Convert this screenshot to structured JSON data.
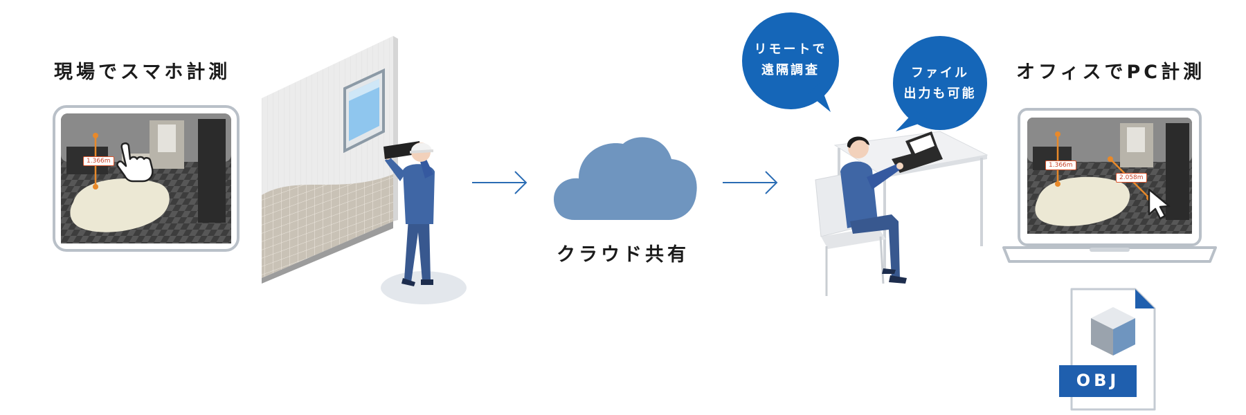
{
  "steps": {
    "left_title": "現場でスマホ計測",
    "middle_label": "クラウド共有",
    "right_title": "オフィスでPC計測"
  },
  "bubbles": {
    "remote": {
      "line1": "リモートで",
      "line2": "遠隔調査"
    },
    "file": {
      "line1": "ファイル",
      "line2": "出力も可能"
    }
  },
  "measurements": {
    "phone": "1.366m",
    "pc_left": "1.366m",
    "pc_right": "2.058m"
  },
  "file_icon": {
    "label": "OBJ"
  },
  "icons": [
    "hand-pointer-icon",
    "cursor-arrow-icon",
    "cloud-icon",
    "arrow-right-icon",
    "cube-icon",
    "file-icon"
  ],
  "colors": {
    "bubble_blue": "#1566b8",
    "cloud_blue": "#6f95bf",
    "arrow_blue": "#2a6cb4",
    "suit_blue": "#3f66a5",
    "frame_gray": "#b9c0c8",
    "obj_blue": "#1f5fae",
    "measure_orange": "#e8892a"
  }
}
